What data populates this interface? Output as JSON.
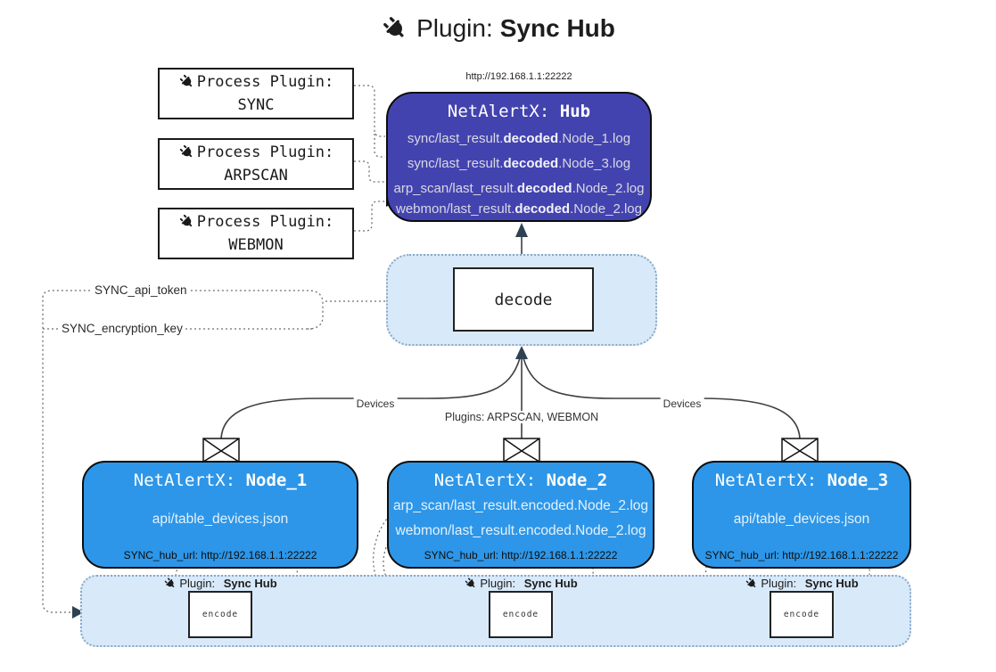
{
  "title": {
    "prefix": "Plugin:",
    "name": "Sync Hub"
  },
  "process_plugins": [
    {
      "label": "Process Plugin:",
      "name": "SYNC"
    },
    {
      "label": "Process Plugin:",
      "name": "ARPSCAN"
    },
    {
      "label": "Process Plugin:",
      "name": "WEBMON"
    }
  ],
  "hub": {
    "url": "http://192.168.1.1:22222",
    "title_prefix": "NetAlertX:",
    "title_name": "Hub",
    "lines": [
      {
        "pre": "sync/last_result.",
        "bold": "decoded",
        "post": ".Node_1.log"
      },
      {
        "pre": "sync/last_result.",
        "bold": "decoded",
        "post": ".Node_3.log"
      },
      {
        "pre": "arp_scan/last_result.",
        "bold": "decoded",
        "post": ".Node_2.log"
      },
      {
        "pre": "webmon/last_result.",
        "bold": "decoded",
        "post": ".Node_2.log"
      }
    ]
  },
  "decode": {
    "label": "decode"
  },
  "secrets": {
    "api_token": "SYNC_api_token",
    "encryption_key": "SYNC_encryption_key"
  },
  "edges": {
    "devices_left": "Devices",
    "devices_right": "Devices",
    "plugins_middle": "Plugins: ARPSCAN, WEBMON"
  },
  "nodes": [
    {
      "title_prefix": "NetAlertX:",
      "title_name": "Node_1",
      "lines": [
        "api/table_devices.json"
      ],
      "hub_url": "SYNC_hub_url: http://192.168.1.1:22222"
    },
    {
      "title_prefix": "NetAlertX:",
      "title_name": "Node_2",
      "lines": [
        "arp_scan/last_result.encoded.Node_2.log",
        "webmon/last_result.encoded.Node_2.log"
      ],
      "hub_url": "SYNC_hub_url: http://192.168.1.1:22222"
    },
    {
      "title_prefix": "NetAlertX:",
      "title_name": "Node_3",
      "lines": [
        "api/table_devices.json"
      ],
      "hub_url": "SYNC_hub_url: http://192.168.1.1:22222"
    }
  ],
  "encoders": [
    {
      "plugin_prefix": "Plugin:",
      "plugin_name": "Sync Hub",
      "label": "encode"
    },
    {
      "plugin_prefix": "Plugin:",
      "plugin_name": "Sync Hub",
      "label": "encode"
    },
    {
      "plugin_prefix": "Plugin:",
      "plugin_name": "Sync Hub",
      "label": "encode"
    }
  ],
  "icons": {
    "plug": "plug-icon",
    "envelope": "envelope-icon"
  },
  "colors": {
    "hub_fill": "#4343b0",
    "node_fill": "#2d96e8",
    "band_fill": "#d8e9fa",
    "band_border": "#8aa8c6",
    "arrowhead": "#2e4254",
    "line": "#3f3f3f"
  }
}
